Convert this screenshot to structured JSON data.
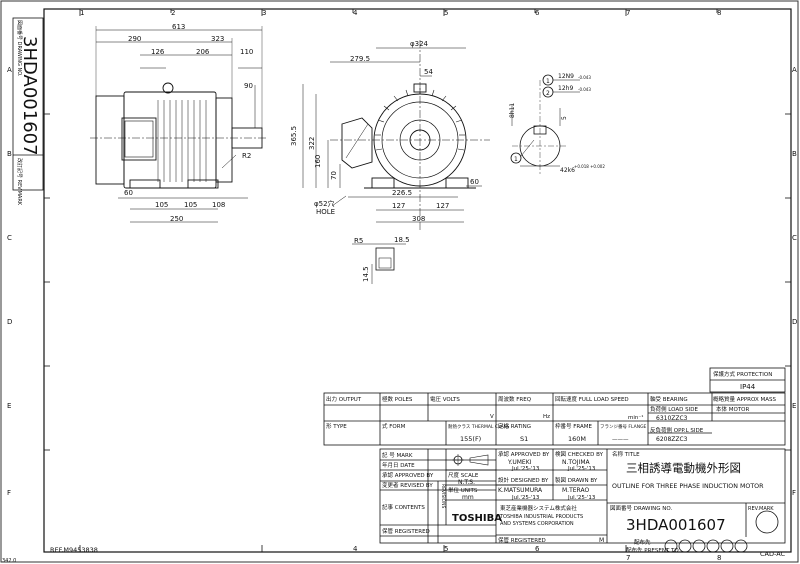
{
  "drawing": {
    "vertical_number": "3HDA001607",
    "vertical_no_label": "図面番号 DRAWING NO.",
    "rev_label": "改訂記号 REV.MARK",
    "ref": "REF.M9453838",
    "bottom_left_tag": "342.0",
    "cad": "CAD-AC",
    "column_labels": [
      "1",
      "2",
      "3",
      "4",
      "5",
      "6",
      "7",
      "8"
    ],
    "row_labels": [
      "A",
      "B",
      "C",
      "D",
      "E",
      "F"
    ]
  },
  "dims": {
    "d613": "613",
    "d290": "290",
    "d323": "323",
    "d126": "126",
    "d206": "206",
    "d110": "110",
    "d90": "90",
    "d60a": "60",
    "d105a": "105",
    "d105b": "105",
    "d108": "108",
    "d250": "250",
    "r2": "R2",
    "d324": "φ324",
    "d2795": "279.5",
    "d54": "54",
    "d3655": "365.5",
    "d322": "322",
    "d160": "160",
    "d70": "70",
    "d2265": "226.5",
    "d127a": "127",
    "d127b": "127",
    "d308": "308",
    "d60b": "60",
    "hole": "φ52穴",
    "hole_en": "HOLE",
    "d185": "18.5",
    "r5": "R5",
    "d145": "14.5",
    "key1": "12N9",
    "key1sub": "-0.043",
    "key2": "12h9",
    "key2sub": "-0.043",
    "d8h11": "8h11",
    "d5": "5",
    "d42": "42k6",
    "d42sub": "+0.018 +0.002",
    "c1": "1",
    "c2": "2"
  },
  "spec": {
    "protection_label": "保護方式 PROTECTION",
    "protection_value": "IP44",
    "mass_label": "概略質量 APPROX MASS",
    "bearing_label": "軸受 BEARING",
    "load_side_label": "負荷側 LOAD SIDE",
    "load_side_value": "6310ZZC3",
    "opp_side_label": "反負荷側 OPP.L SIDE",
    "opp_side_value": "6208ZZC3",
    "body_label": "本体 MOTOR",
    "output_label": "出力 OUTPUT",
    "poles_label": "極数 POLES",
    "volts_label": "電圧 VOLTS",
    "freq_label": "周波数 FREQ",
    "speed_label": "回転速度 FULL LOAD SPEED",
    "v_unit": "V",
    "hz_unit": "Hz",
    "min_unit": "min⁻¹",
    "type_label": "形 TYPE",
    "form_label": "式 FORM",
    "thermal_label": "耐熱クラス THERMAL CLASS",
    "thermal_value": "155(F)",
    "rating_label": "定格 RATING",
    "rating_value": "S1",
    "frame_label": "枠番号 FRAME",
    "frame_value": "160M",
    "flange_label": "フランジ番号 FLANGE",
    "flange_value": "———"
  },
  "title_block": {
    "mark_label": "記 号 MARK",
    "date_label": "年月日 DATE",
    "approved_label": "承認 APPROVED BY",
    "revised_label": "変更者 REVISED BY",
    "contents_label": "記事 CONTENTS",
    "registered_label": "保管 REGISTERED",
    "revisions_label": "REVISIONS",
    "approved_by_label": "承認 APPROVED BY",
    "approved_by": "Y.UMEKI",
    "approved_date": "Jul.'25-'13",
    "checked_label": "検図 CHECKED BY",
    "checked_by": "N.TOJIMA",
    "checked_date": "Jul.'25-'13",
    "scale_label": "尺度 SCALE",
    "scale_value": "N.T.S.",
    "designed_label": "設計 DESIGNED BY",
    "designed_by": "K.MATSUMURA",
    "designed_date": "Jul.'25-'13",
    "drawn_label": "製図 DRAWN BY",
    "drawn_by": "M.TERAO",
    "drawn_date": "Jul.'25-'13",
    "units_label": "単位 UNITS",
    "units_value": "mm",
    "name_label": "名称 TITLE",
    "title_jp": "三相誘導電動機外形図",
    "title_en": "OUTLINE FOR THREE PHASE INDUCTION MOTOR",
    "drawing_no_label": "図面番号 DRAWING NO.",
    "drawing_no": "3HDA001607",
    "rev_mark_label": "REV.MARK",
    "company": "TOSHIBA",
    "company_jp": "東芝産業機器システム株式会社",
    "company_en1": "TOSHIBA INDUSTRIAL PRODUCTS",
    "company_en2": "AND SYSTEMS CORPORATION",
    "m_mark": "M",
    "registered2_label": "保管 REGISTERED",
    "present_label": "配布先 PRESENT TO"
  }
}
